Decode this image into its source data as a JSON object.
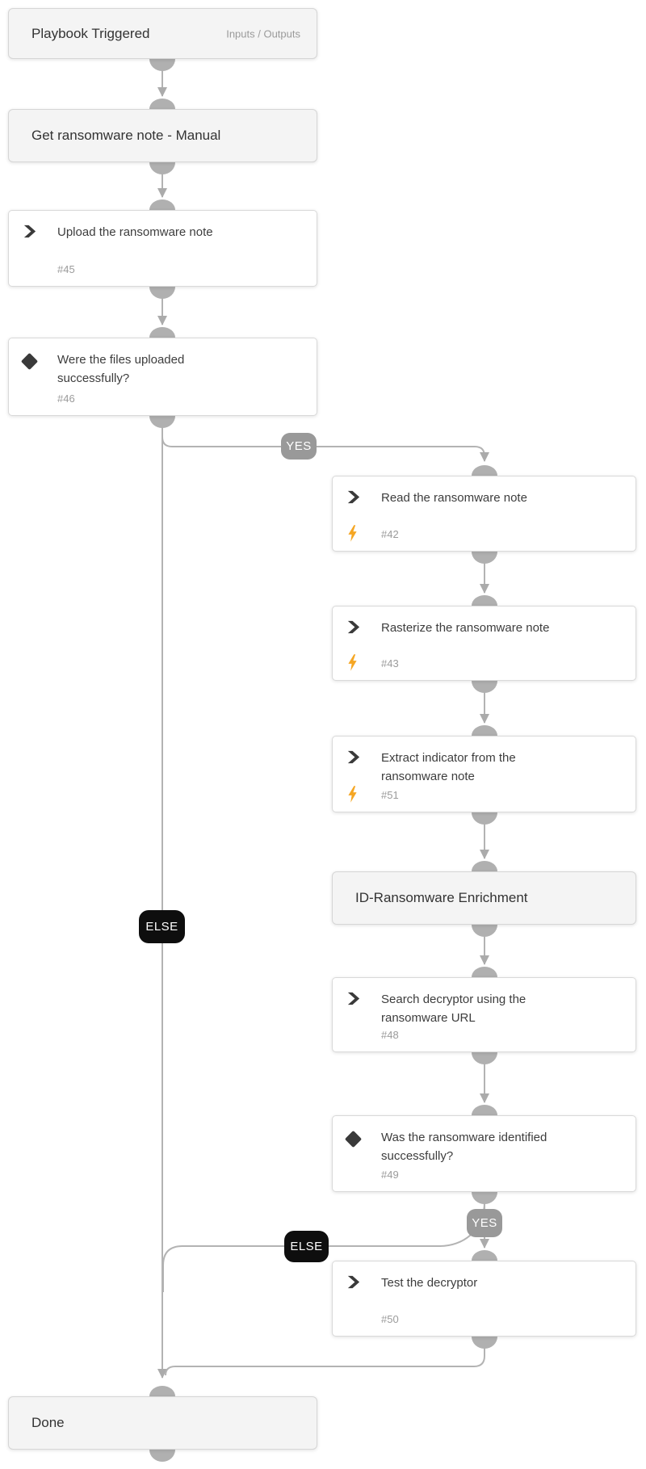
{
  "colors": {
    "wire": "#b3b3b3",
    "connector_node": "#b0b0b0",
    "badge_gray": "#999999",
    "badge_black": "#0e0e0e",
    "automation_bolt": "#f5a623",
    "icon_dark": "#3a3a3a"
  },
  "nodes": [
    {
      "id": "playbook-triggered",
      "type": "section",
      "title": "Playbook Triggered",
      "right_label": "Inputs / Outputs"
    },
    {
      "id": "get-ransomware-note",
      "type": "section",
      "title": "Get ransomware note - Manual"
    },
    {
      "id": "upload-note",
      "type": "task",
      "title": "Upload the ransomware note",
      "number": "#45"
    },
    {
      "id": "files-uploaded-condition",
      "type": "condition",
      "title": "Were the files uploaded successfully?",
      "number": "#46"
    },
    {
      "id": "read-note",
      "type": "task",
      "title": "Read the ransomware note",
      "number": "#42"
    },
    {
      "id": "rasterize-note",
      "type": "task",
      "title": "Rasterize the ransomware note",
      "number": "#43"
    },
    {
      "id": "extract-indicator",
      "type": "task",
      "title": "Extract indicator from the ransomware note",
      "number": "#51"
    },
    {
      "id": "id-ransomware-enrichment",
      "type": "section",
      "title": "ID-Ransomware Enrichment"
    },
    {
      "id": "search-decryptor",
      "type": "task",
      "title": "Search decryptor using the ransomware URL",
      "number": "#48"
    },
    {
      "id": "ransomware-identified-condition",
      "type": "condition",
      "title": "Was the ransomware identified successfully?",
      "number": "#49"
    },
    {
      "id": "test-decryptor",
      "type": "task",
      "title": "Test the decryptor",
      "number": "#50"
    },
    {
      "id": "done",
      "type": "section",
      "title": "Done"
    }
  ],
  "branches": {
    "files_yes": "YES",
    "files_else": "ELSE",
    "identified_yes": "YES",
    "identified_else": "ELSE"
  }
}
